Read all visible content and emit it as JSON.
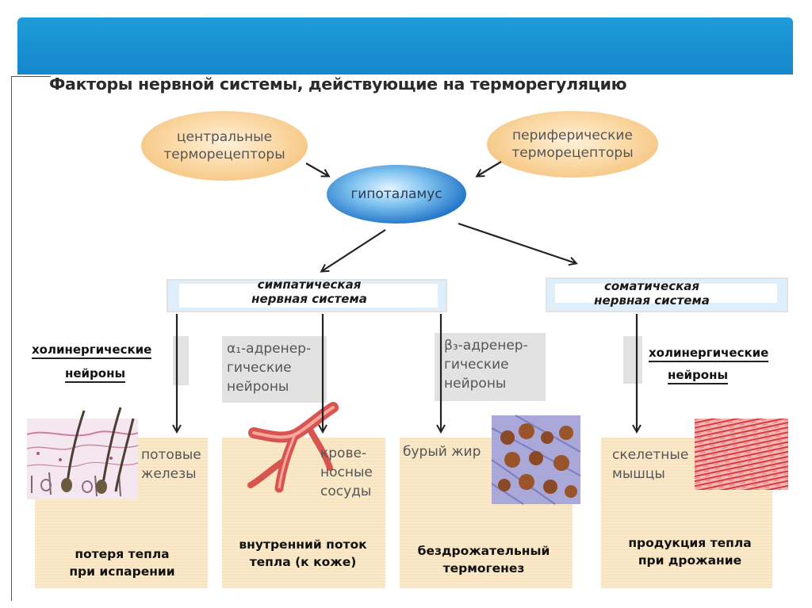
{
  "title": "Факторы нервной системы, действующие на терморегуляцию",
  "nodes": {
    "central": "центральные\nтерморецепторы",
    "peripheral": "периферические\nтерморецепторы",
    "hypothalamus": "гипоталамус"
  },
  "systems": {
    "sympathetic": "симпатическая\nнервная система",
    "somatic": "соматическая\nнервная система"
  },
  "neurons": {
    "cholinergic_left_line1": "холинергические",
    "cholinergic_left_line2": "нейроны",
    "alpha1": "α₁-адренер-\nгические\nнейроны",
    "beta3": "β₃-адренер-\nгические\nнейроны",
    "cholinergic_right_line1": "холинергические",
    "cholinergic_right_line2": "нейроны"
  },
  "effectors": {
    "sweat": "потовые\nжелезы",
    "vessels": "крове-\nносные\nсосуды",
    "brown_fat": "бурый жир",
    "muscles": "скелетные\nмышцы"
  },
  "results": {
    "sweat": "потеря тепла\nпри испарении",
    "vessels": "внутренний поток\nтепла (к коже)",
    "brown_fat": "бездрожательный\nтермогенез",
    "muscles": "продукция тепла\nпри дрожание"
  },
  "colors": {
    "top_bar": "#1588cc",
    "receptor_fill": "#f7c98a",
    "hypothalamus_fill": "#1f72c6",
    "card_fill": "#fbe8c6",
    "neuron_box": "#e2e2e2"
  }
}
